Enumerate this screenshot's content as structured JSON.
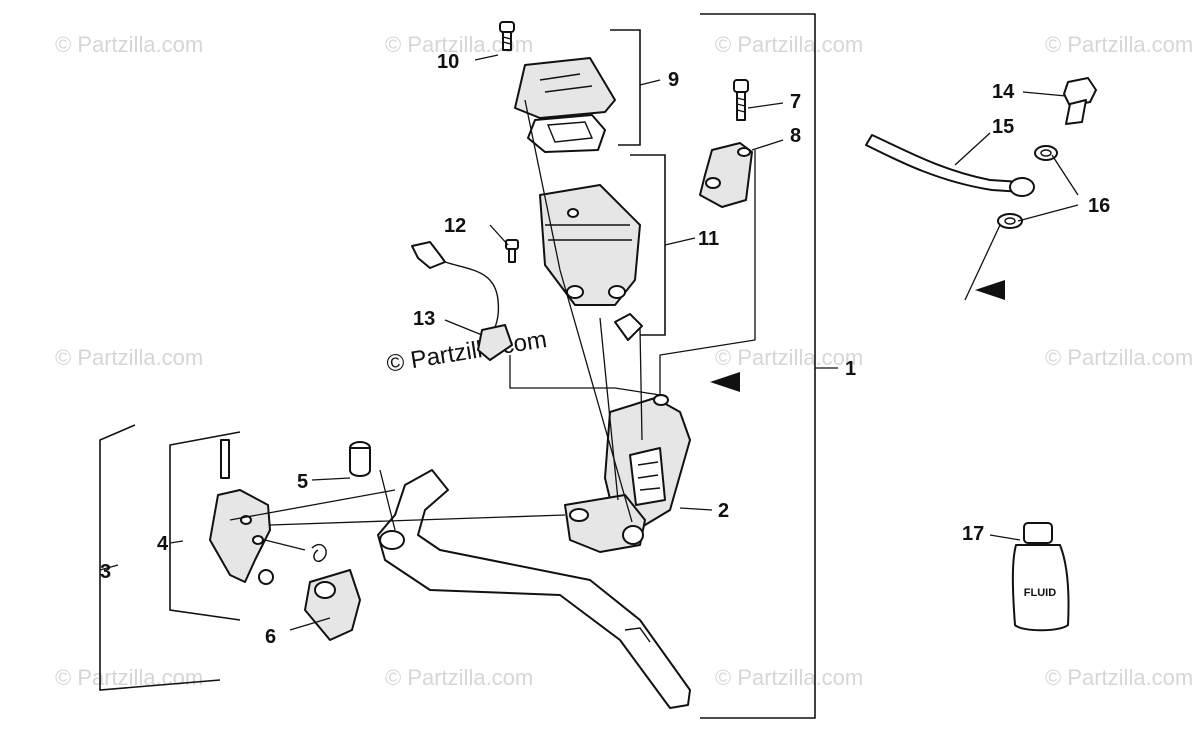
{
  "watermark_text": "© Partzilla.com",
  "center_watermark_text": "© Partzilla.com",
  "callouts": [
    "1",
    "2",
    "3",
    "4",
    "5",
    "6",
    "7",
    "8",
    "9",
    "10",
    "11",
    "12",
    "13",
    "14",
    "15",
    "16",
    "17"
  ],
  "fluid_label": "FLUID"
}
